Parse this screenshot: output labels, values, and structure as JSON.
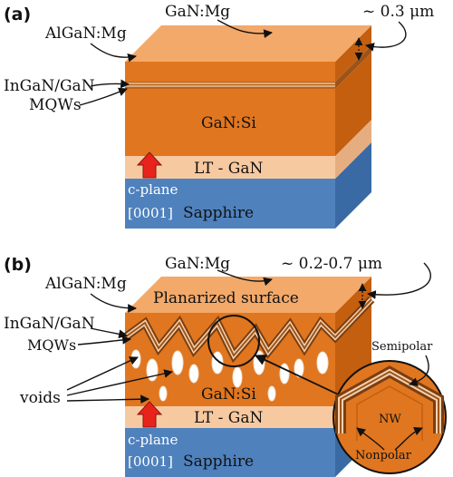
{
  "panel_a": {
    "tag": "(a)",
    "gan_mg": "GaN:Mg",
    "algan_mg": "AlGaN:Mg",
    "ingan_gan": "InGaN/GaN",
    "mqws": "MQWs",
    "thickness": "~ 0.3 μm",
    "gan_si": "GaN:Si",
    "lt_gan": "LT - GaN",
    "c_plane": "c-plane",
    "orientation": "[0001]",
    "sapphire": "Sapphire"
  },
  "panel_b": {
    "tag": "(b)",
    "gan_mg": "GaN:Mg",
    "algan_mg": "AlGaN:Mg",
    "ingan_gan": "InGaN/GaN",
    "mqws": "MQWs",
    "thickness": "~ 0.2-0.7 μm",
    "planarized": "Planarized surface",
    "voids": "voids",
    "gan_si": "GaN:Si",
    "lt_gan": "LT - GaN",
    "c_plane": "c-plane",
    "orientation": "[0001]",
    "sapphire": "Sapphire",
    "semipolar": "Semipolar",
    "nw": "NW",
    "nonpolar": "Nonpolar"
  },
  "colors": {
    "gan_front": "#e0761f",
    "gan_top": "#f3a96a",
    "gan_side": "#c45f10",
    "lt_front": "#f7c9a0",
    "lt_side": "#e6ae80",
    "sapphire_front": "#4f81bd",
    "sapphire_side": "#3a6aa4",
    "arrow_red": "#e8231c"
  }
}
